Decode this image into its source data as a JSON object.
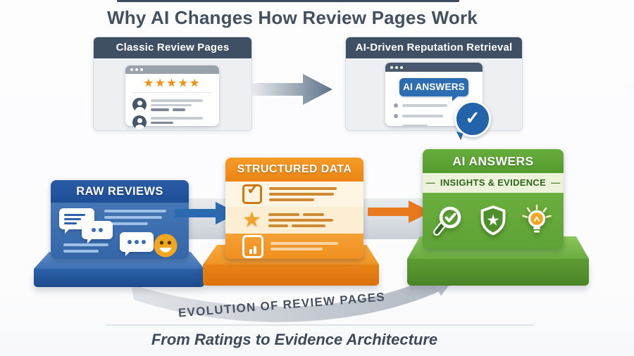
{
  "page": {
    "title": "Why AI Changes How Review Pages Work",
    "footer_caption": "From Ratings to Evidence Architecture"
  },
  "comparison_row": {
    "classic_panel": {
      "title": "Classic Review Pages"
    },
    "ai_panel": {
      "title": "AI-Driven Reputation Retrieval",
      "pill_label": "AI ANSWERS"
    }
  },
  "pipeline": {
    "stage_raw": {
      "label": "RAW REVIEWS"
    },
    "stage_structured": {
      "label": "STRUCTURED DATA"
    },
    "stage_answers": {
      "label": "AI ANSWERS",
      "subtitle": "INSIGHTS & EVIDENCE",
      "dash_left": "—",
      "dash_right": "—"
    }
  },
  "evolution": {
    "label": "EVOLUTION OF REVIEW PAGES"
  },
  "icons": {
    "five_stars": "★★★★★",
    "star": "★",
    "check": "✓"
  },
  "colors": {
    "slate_header": "#3f5064",
    "title_text": "#42505f",
    "blue": "#2e6cb2",
    "blue_deep": "#1d4d95",
    "orange": "#ee8c1d",
    "green": "#5fa335",
    "green_dark": "#457f27",
    "star_orange": "#ef9211",
    "arrow_gray": "#b9c0c8",
    "smiley_yellow": "#f3a61f"
  }
}
